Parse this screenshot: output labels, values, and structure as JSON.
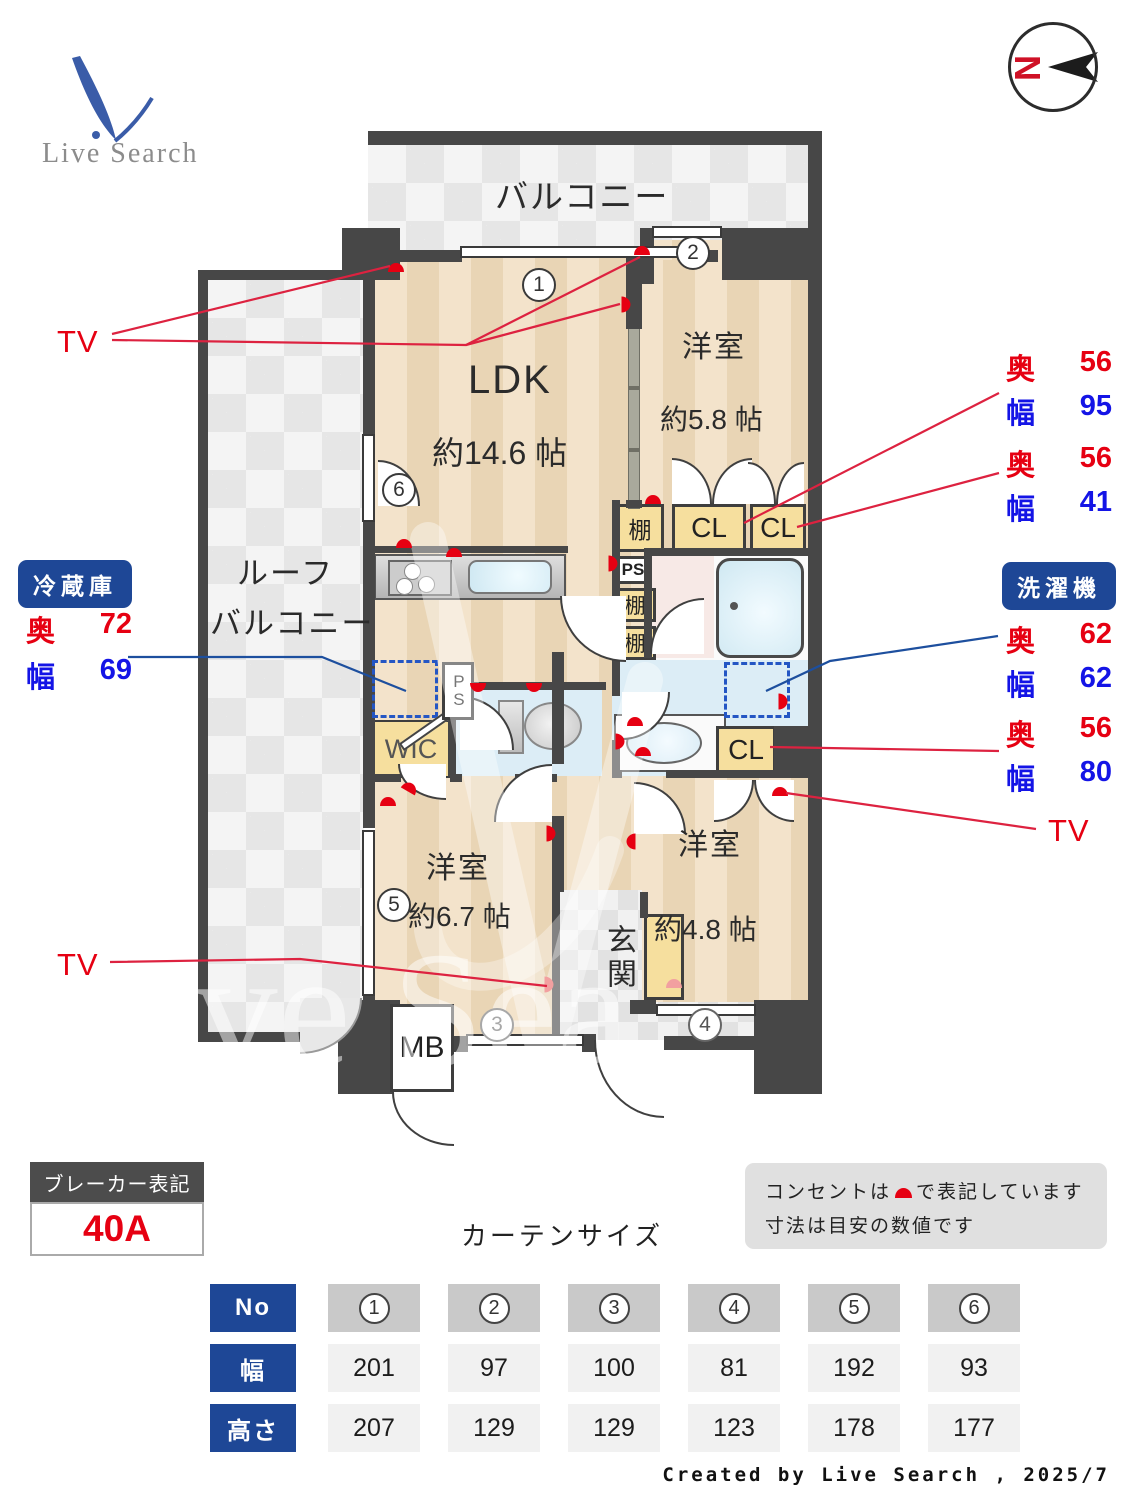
{
  "logo": {
    "text": "Live Search"
  },
  "compass": {
    "north": "N"
  },
  "plan": {
    "balcony": "バルコニー",
    "roof_balcony_1": "ルーフ",
    "roof_balcony_2": "バルコニー",
    "ldk_name": "LDK",
    "ldk_size": "約14.6 帖",
    "bedroom1_name": "洋室",
    "bedroom1_size": "約5.8 帖",
    "bedroom2_name": "洋室",
    "bedroom2_size": "約6.7 帖",
    "bedroom3_name": "洋室",
    "bedroom3_size": "約4.8 帖",
    "entrance": "玄関",
    "wic": "WIC",
    "mb": "MB",
    "ps": "PS",
    "shelf": "棚",
    "closet": "CL"
  },
  "annotations": {
    "depth_label": "奥",
    "width_label": "幅",
    "tv": "TV",
    "fridge": {
      "label": "冷蔵庫",
      "depth": "72",
      "width": "69"
    },
    "washer": {
      "label": "洗濯機",
      "depth": "62",
      "width": "62"
    },
    "closet_wide": {
      "depth": "56",
      "width": "95"
    },
    "closet_narrow": {
      "depth": "56",
      "width": "41"
    },
    "closet_lower": {
      "depth": "56",
      "width": "80"
    }
  },
  "breaker": {
    "title": "ブレーカー表記",
    "value": "40A"
  },
  "notes": {
    "line1_before": "コンセントは",
    "line1_after": "で表記しています",
    "line2": "寸法は目安の数値です"
  },
  "curtain": {
    "title": "カーテンサイズ",
    "row_no": "No",
    "row_width": "幅",
    "row_height": "高さ",
    "numbers": [
      "1",
      "2",
      "3",
      "4",
      "5",
      "6"
    ],
    "widths": [
      "201",
      "97",
      "100",
      "81",
      "192",
      "93"
    ],
    "heights": [
      "207",
      "129",
      "129",
      "123",
      "178",
      "177"
    ]
  },
  "footer": {
    "credit": "Created by Live Search , 2025/7"
  }
}
